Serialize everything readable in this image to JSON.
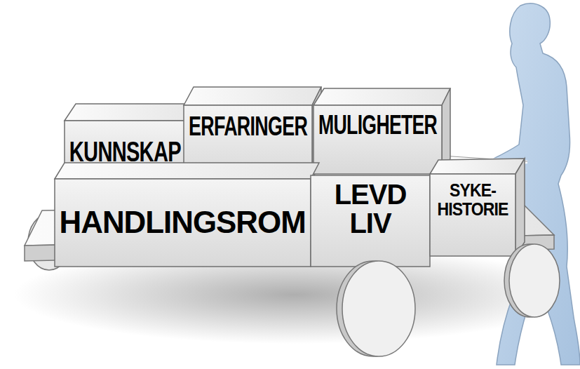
{
  "diagram": {
    "nodes": [
      {
        "text": [
          "KUNNSKAP"
        ]
      },
      {
        "text": [
          "ERFARINGER"
        ]
      },
      {
        "text": [
          "MULIGHETER"
        ]
      },
      {
        "text": [
          "HANDLINGSROM"
        ]
      },
      {
        "text": [
          "LEVD LIV"
        ]
      },
      {
        "text": [
          "SYKE- HISTORIE"
        ]
      }
    ]
  }
}
